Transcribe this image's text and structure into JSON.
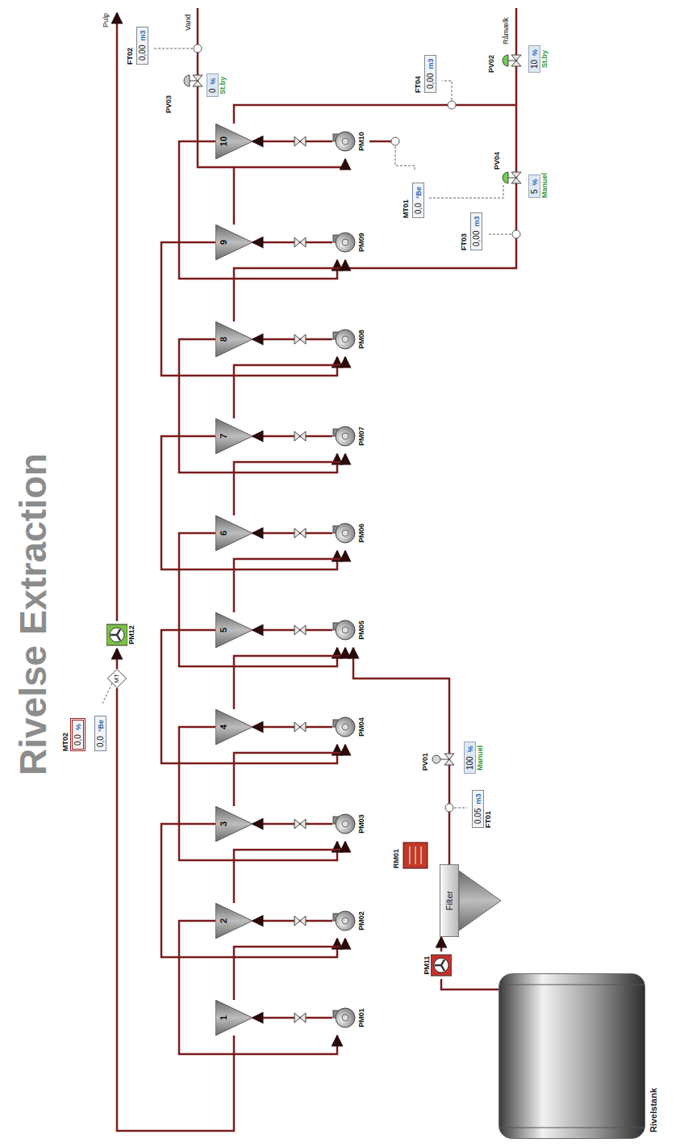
{
  "diagram": {
    "title": "Rivelse Extraction",
    "nodes": [
      {
        "text": [
          "1"
        ]
      },
      {
        "text": [
          "2"
        ]
      },
      {
        "text": [
          "3"
        ]
      },
      {
        "text": [
          "4"
        ]
      },
      {
        "text": [
          "5"
        ]
      },
      {
        "text": [
          "6"
        ]
      },
      {
        "text": [
          "7"
        ]
      },
      {
        "text": [
          "8"
        ]
      },
      {
        "text": [
          "9"
        ]
      },
      {
        "text": [
          "10"
        ]
      },
      {
        "text": [
          "PM01"
        ]
      },
      {
        "text": [
          "PM02"
        ]
      },
      {
        "text": [
          "PM03"
        ]
      },
      {
        "text": [
          "PM04"
        ]
      },
      {
        "text": [
          "PM05"
        ]
      },
      {
        "text": [
          "PM06"
        ]
      },
      {
        "text": [
          "PM07"
        ]
      },
      {
        "text": [
          "PM08"
        ]
      },
      {
        "text": [
          "PM09"
        ]
      },
      {
        "text": [
          "PM10"
        ]
      },
      {
        "text": [
          "Rivelstank"
        ]
      },
      {
        "text": [
          "PM11"
        ]
      },
      {
        "text": [
          "Filter"
        ]
      },
      {
        "text": [
          "PM12"
        ]
      },
      {
        "text": [
          "MT"
        ]
      },
      {
        "text": [
          "MT02",
          "0,0",
          "%"
        ]
      },
      {
        "text": [
          "0,0",
          "°Be"
        ]
      },
      {
        "text": [
          "FT01",
          "0,05",
          "m3"
        ]
      },
      {
        "text": [
          "100",
          "%",
          "Manuel"
        ]
      },
      {
        "text": [
          "FT02",
          "0,00",
          "m3"
        ]
      },
      {
        "text": [
          "0",
          "%",
          "St.by"
        ]
      },
      {
        "text": [
          "MT01",
          "0,0",
          "°Be"
        ]
      },
      {
        "text": [
          "5",
          "%",
          "Manuel"
        ]
      },
      {
        "text": [
          "FT03",
          "0,00",
          "m3"
        ]
      },
      {
        "text": [
          "FT04",
          "0,00",
          "m3"
        ]
      },
      {
        "text": [
          "10",
          "%",
          "St.by"
        ]
      }
    ],
    "edges": [
      {
        "from": 10,
        "to": 0,
        "arrow": "to"
      },
      {
        "from": 11,
        "to": 1,
        "arrow": "to"
      },
      {
        "from": 12,
        "to": 2,
        "arrow": "to"
      },
      {
        "from": 13,
        "to": 3,
        "arrow": "to"
      },
      {
        "from": 14,
        "to": 4,
        "arrow": "to"
      },
      {
        "from": 15,
        "to": 5,
        "arrow": "to"
      },
      {
        "from": 16,
        "to": 6,
        "arrow": "to"
      },
      {
        "from": 17,
        "to": 7,
        "arrow": "to"
      },
      {
        "from": 18,
        "to": 8,
        "arrow": "to"
      },
      {
        "from": 19,
        "to": 9,
        "arrow": "to"
      },
      {
        "from": 1,
        "to": 10,
        "arrow": "to"
      },
      {
        "from": 2,
        "to": 11,
        "arrow": "to"
      },
      {
        "from": 3,
        "to": 12,
        "arrow": "to"
      },
      {
        "from": 4,
        "to": 13,
        "arrow": "to"
      },
      {
        "from": 5,
        "to": 14,
        "arrow": "to"
      },
      {
        "from": 6,
        "to": 15,
        "arrow": "to"
      },
      {
        "from": 7,
        "to": 16,
        "arrow": "to"
      },
      {
        "from": 8,
        "to": 17,
        "arrow": "to"
      },
      {
        "from": 9,
        "to": 18,
        "arrow": "to"
      },
      {
        "from": 0,
        "to": 11,
        "arrow": "to"
      },
      {
        "from": 1,
        "to": 12,
        "arrow": "to"
      },
      {
        "from": 2,
        "to": 13,
        "arrow": "to"
      },
      {
        "from": 3,
        "to": 14,
        "arrow": "to"
      },
      {
        "from": 4,
        "to": 15,
        "arrow": "to"
      },
      {
        "from": 5,
        "to": 16,
        "arrow": "to"
      },
      {
        "from": 6,
        "to": 17,
        "arrow": "to"
      },
      {
        "from": 7,
        "to": 18,
        "arrow": "to"
      },
      {
        "from": 8,
        "to": 19,
        "arrow": "to"
      },
      {
        "from": 20,
        "to": 21,
        "arrow": "none"
      },
      {
        "from": 21,
        "to": 22,
        "arrow": "to"
      },
      {
        "from": 22,
        "to": 14,
        "arrow": "to"
      },
      {
        "from": 0,
        "to": 24,
        "arrow": "none"
      },
      {
        "from": 24,
        "to": 23,
        "arrow": "to"
      }
    ],
    "labels": [
      "Pulp",
      "Vand",
      "Råmælk",
      "PV01",
      "PV02",
      "PV03",
      "PV04",
      "RM01"
    ]
  }
}
